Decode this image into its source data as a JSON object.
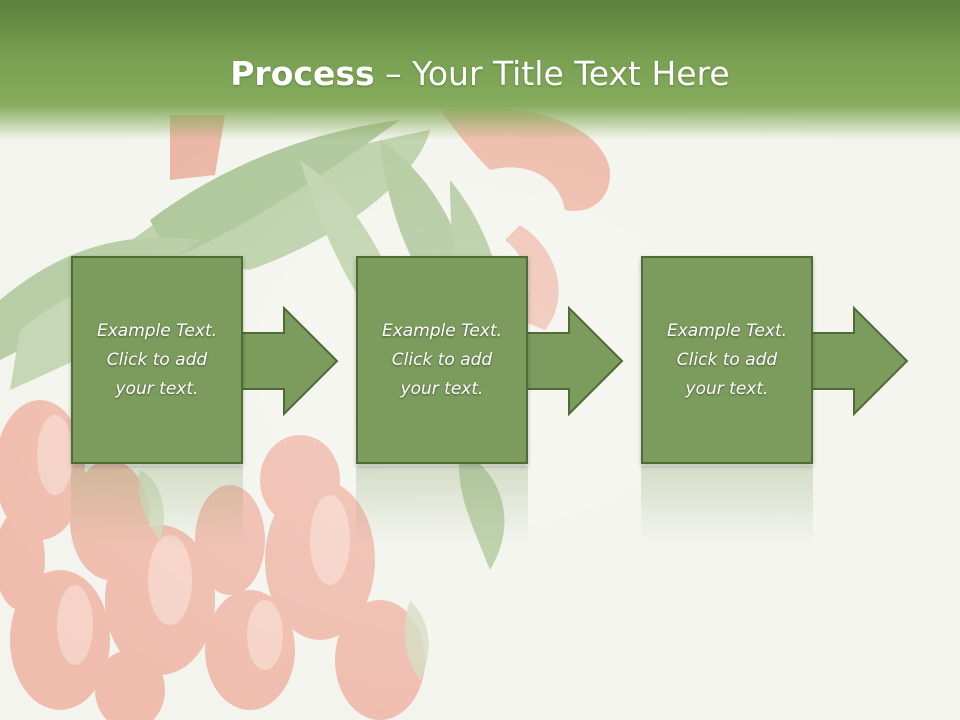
{
  "slide": {
    "title_bold": "Process",
    "title_rest": " – Your Title Text Here"
  },
  "steps": [
    {
      "label": "Example Text.\nClick  to add\nyour text."
    },
    {
      "label": "Example Text.\nClick  to add\nyour text."
    },
    {
      "label": "Example Text.\nClick  to add\nyour text."
    }
  ],
  "colors": {
    "title_bar": "#79a152",
    "box_fill": "#7c9c5d",
    "box_border": "#4f6b37",
    "text": "#ffffff"
  },
  "background": {
    "image_subject": "tulip-bouquet"
  }
}
